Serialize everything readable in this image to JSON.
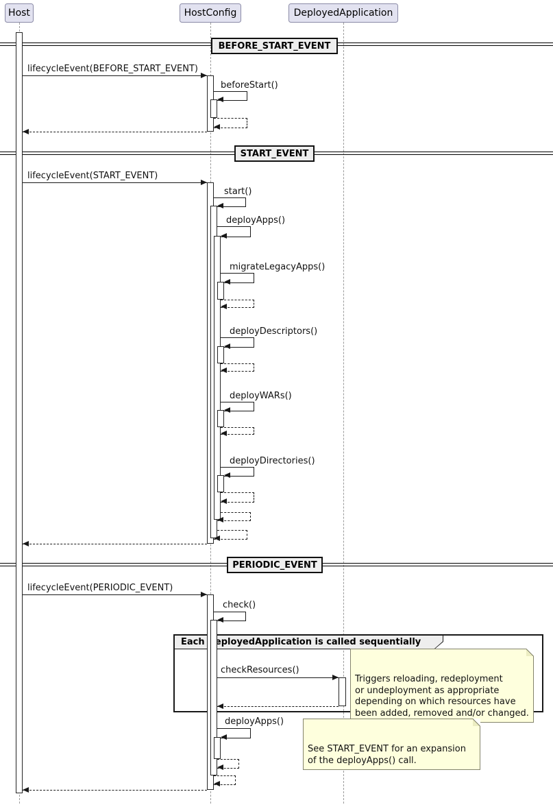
{
  "participants": [
    {
      "name": "Host"
    },
    {
      "name": "HostConfig"
    },
    {
      "name": "DeployedApplication"
    }
  ],
  "dividers": [
    {
      "label": "BEFORE_START_EVENT"
    },
    {
      "label": "START_EVENT"
    },
    {
      "label": "PERIODIC_EVENT"
    }
  ],
  "messages": {
    "lifecycle_before_start": "lifecycleEvent(BEFORE_START_EVENT)",
    "before_start": "beforeStart()",
    "lifecycle_start": "lifecycleEvent(START_EVENT)",
    "start": "start()",
    "deploy_apps": "deployApps()",
    "migrate_legacy_apps": "migrateLegacyApps()",
    "deploy_descriptors": "deployDescriptors()",
    "deploy_wars": "deployWARs()",
    "deploy_directories": "deployDirectories()",
    "lifecycle_periodic": "lifecycleEvent(PERIODIC_EVENT)",
    "check": "check()",
    "check_resources": "checkResources()",
    "deploy_apps_periodic": "deployApps()"
  },
  "frame": {
    "label": "Each DeployedApplication is called sequentially"
  },
  "notes": {
    "check_resources_note": "Triggers reloading, redeployment\nor undeployment as appropriate\ndepending on which resources have\nbeen added, removed and/or changed.",
    "deploy_apps_note": "See START_EVENT for an expansion\nof the deployApps() call."
  },
  "colors": {
    "participant_fill": "#E2E2F0",
    "divider_fill": "#EEEEEE",
    "note_fill": "#FEFFDD",
    "line": "#181818"
  }
}
